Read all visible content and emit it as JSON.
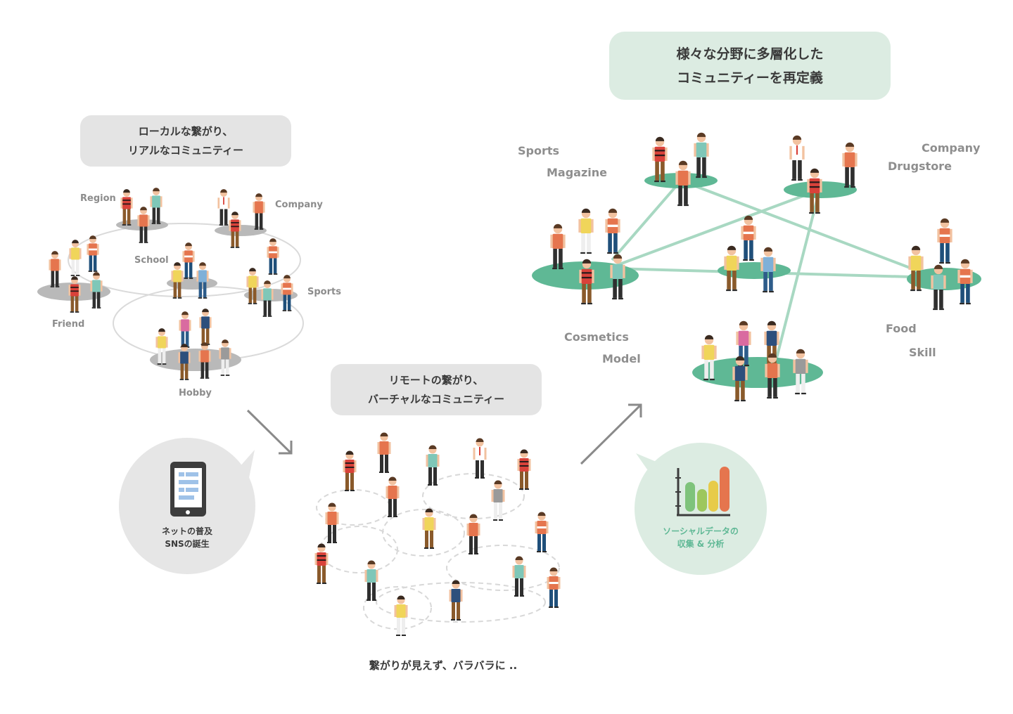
{
  "local_box": {
    "line1": "ローカルな繋がり、",
    "line2": "リアルなコミュニティー"
  },
  "remote_box": {
    "line1": "リモートの繋がり、",
    "line2": "バーチャルなコミュニティー"
  },
  "multi_box": {
    "line1": "様々な分野に多層化した",
    "line2": "コミュニティーを再定義"
  },
  "local_labels": {
    "region": "Region",
    "company": "Company",
    "school": "School",
    "sports": "Sports",
    "friend": "Friend",
    "hobby": "Hobby"
  },
  "multi_labels": {
    "sports": "Sports",
    "magazine": "Magazine",
    "company": "Company",
    "drugstore": "Drugstore",
    "cosmetics": "Cosmetics",
    "model": "Model",
    "food": "Food",
    "skill": "Skill"
  },
  "sns_circle": {
    "line1": "ネットの普及",
    "line2": "SNSの誕生"
  },
  "data_circle": {
    "line1": "ソーシャルデータの",
    "line2": "収集 & 分析"
  },
  "caption": "繋がりが見えず、バラバラに ..",
  "colors": {
    "gray_box": "#e4e4e4",
    "green_box": "#dcece2",
    "green_ellipse": "#5fb895",
    "gray_ellipse": "#b9b9b9",
    "green_line": "#a8d8c2",
    "circle_gray": "#e6e6e6",
    "circle_green": "#dcece2"
  }
}
